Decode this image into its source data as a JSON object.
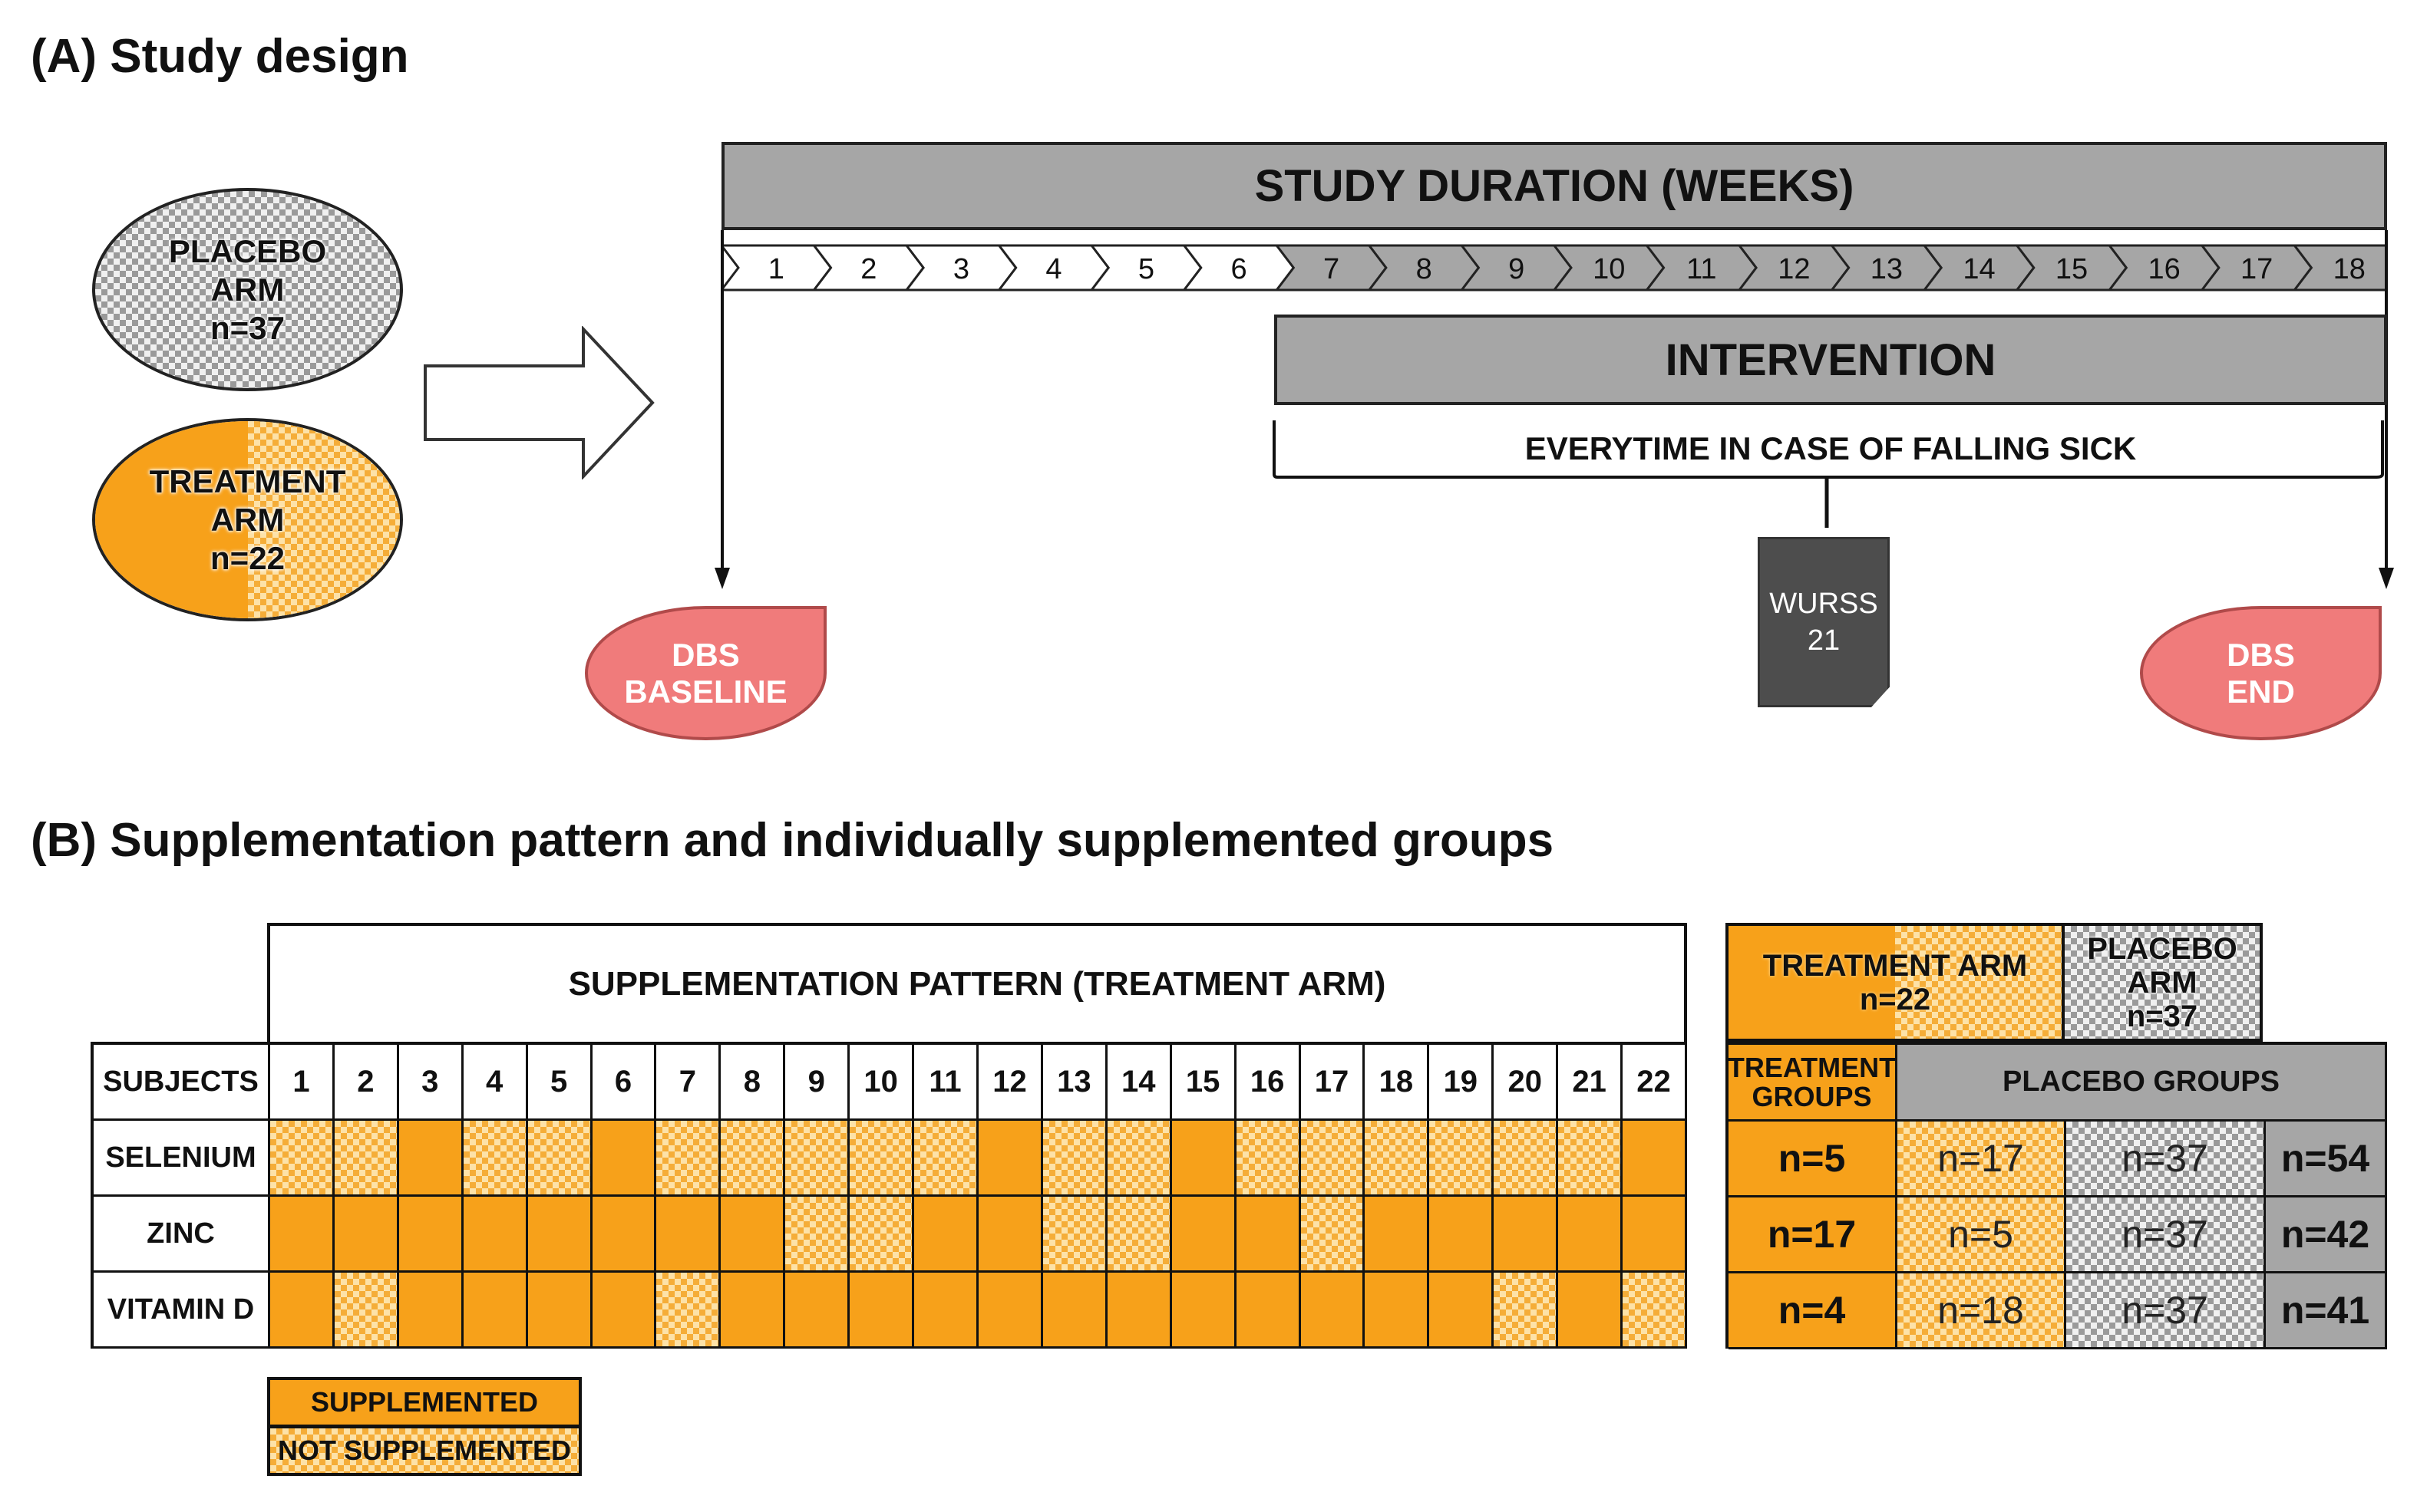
{
  "sectionA": {
    "heading": "(A) Study design",
    "placebo_arm": {
      "line1": "PLACEBO",
      "line2": "ARM",
      "n": "n=37"
    },
    "treatment_arm": {
      "line1": "TREATMENT",
      "line2": "ARM",
      "n": "n=22"
    },
    "duration_title": "STUDY DURATION (WEEKS)",
    "weeks": [
      "1",
      "2",
      "3",
      "4",
      "5",
      "6",
      "7",
      "8",
      "9",
      "10",
      "11",
      "12",
      "13",
      "14",
      "15",
      "16",
      "17",
      "18"
    ],
    "intervention_title": "INTERVENTION",
    "brace_label": "EVERYTIME IN CASE OF FALLING SICK",
    "wurss": {
      "line1": "WURSS",
      "line2": "21"
    },
    "dbs_baseline": {
      "line1": "DBS",
      "line2": "BASELINE"
    },
    "dbs_end": {
      "line1": "DBS",
      "line2": "END"
    }
  },
  "sectionB": {
    "heading": "(B) Supplementation pattern and individually supplemented groups",
    "pattern_title": "SUPPLEMENTATION PATTERN (TREATMENT ARM)",
    "subjects_label": "SUBJECTS",
    "subjects": [
      "1",
      "2",
      "3",
      "4",
      "5",
      "6",
      "7",
      "8",
      "9",
      "10",
      "11",
      "12",
      "13",
      "14",
      "15",
      "16",
      "17",
      "18",
      "19",
      "20",
      "21",
      "22"
    ],
    "rows": [
      {
        "label": "SELENIUM",
        "pattern": [
          0,
          0,
          1,
          0,
          0,
          1,
          0,
          0,
          0,
          0,
          0,
          1,
          0,
          0,
          1,
          0,
          0,
          0,
          0,
          0,
          0,
          1
        ]
      },
      {
        "label": "ZINC",
        "pattern": [
          1,
          1,
          1,
          1,
          1,
          1,
          1,
          1,
          0,
          0,
          1,
          1,
          0,
          0,
          1,
          1,
          0,
          1,
          1,
          1,
          1,
          1
        ]
      },
      {
        "label": "VITAMIN D",
        "pattern": [
          1,
          0,
          1,
          1,
          1,
          1,
          0,
          1,
          1,
          1,
          1,
          1,
          1,
          1,
          1,
          1,
          1,
          1,
          1,
          0,
          1,
          0
        ]
      }
    ],
    "legend": {
      "supplemented": "SUPPLEMENTED",
      "not_supplemented": "NOT SUPPLEMENTED"
    },
    "groups": {
      "treatment_arm_header": {
        "line1": "TREATMENT ARM",
        "n": "n=22"
      },
      "placebo_arm_header": {
        "line1": "PLACEBO",
        "line2": "ARM",
        "n": "n=37"
      },
      "treatment_groups_label": {
        "line1": "TREATMENT",
        "line2": "GROUPS"
      },
      "placebo_groups_label": "PLACEBO GROUPS",
      "rows": [
        {
          "treat": "n=5",
          "not_supp": "n=17",
          "placebo": "n=37",
          "total": "n=54"
        },
        {
          "treat": "n=17",
          "not_supp": "n=5",
          "placebo": "n=37",
          "total": "n=42"
        },
        {
          "treat": "n=4",
          "not_supp": "n=18",
          "placebo": "n=37",
          "total": "n=41"
        }
      ]
    }
  },
  "colors": {
    "orange": "#f7a11a",
    "gray": "#a6a6a6",
    "dbs": "#f07b7b",
    "wurss": "#4d4d4d"
  }
}
